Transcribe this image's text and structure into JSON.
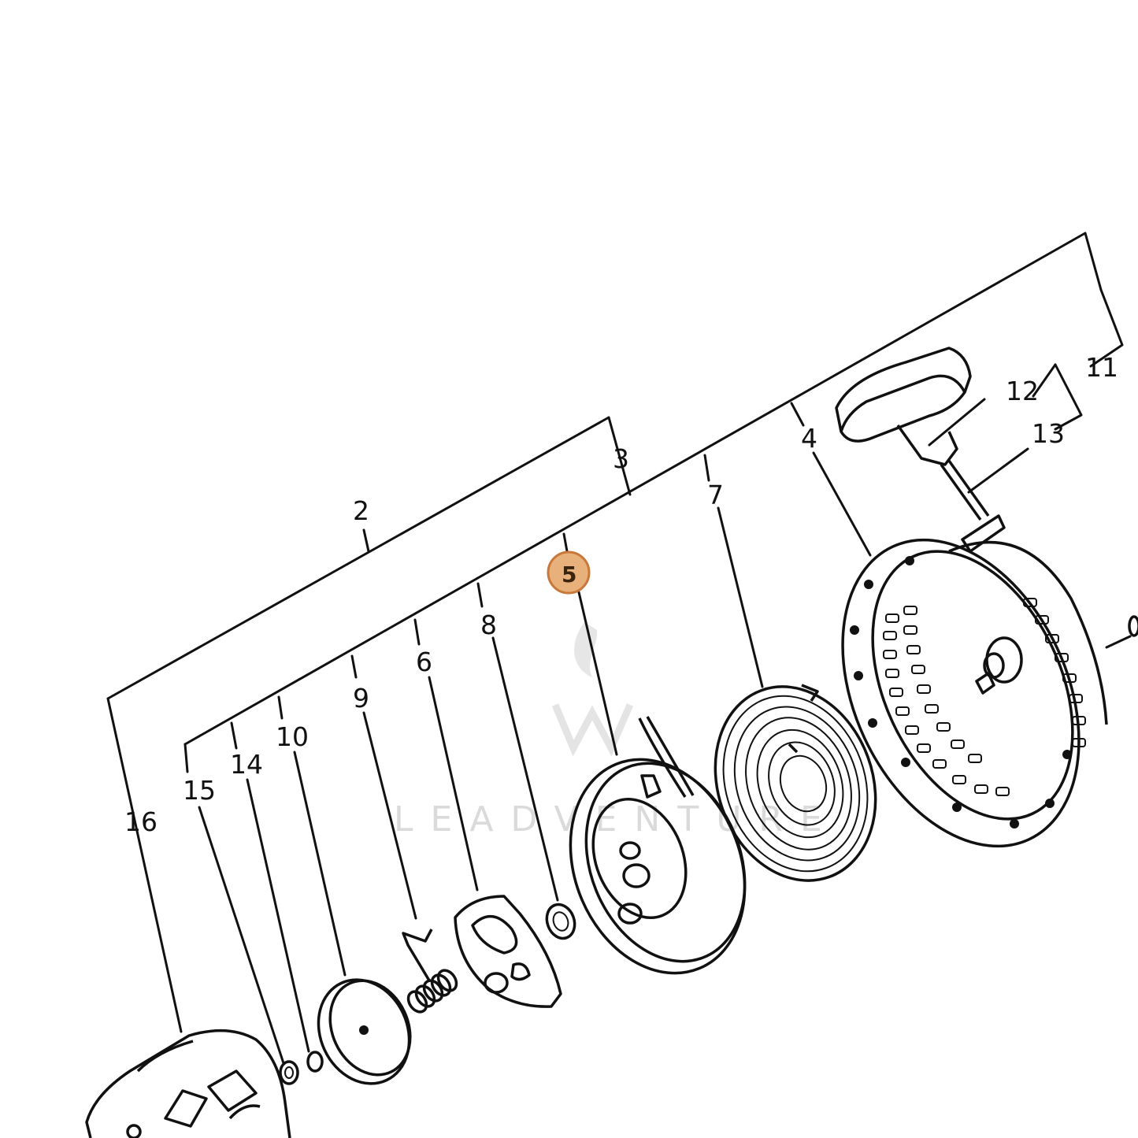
{
  "diagram": {
    "callouts": [
      {
        "id": "2",
        "text": "2"
      },
      {
        "id": "3",
        "text": "3"
      },
      {
        "id": "4",
        "text": "4"
      },
      {
        "id": "5",
        "text": "5",
        "highlight": true
      },
      {
        "id": "6",
        "text": "6"
      },
      {
        "id": "7",
        "text": "7"
      },
      {
        "id": "8",
        "text": "8"
      },
      {
        "id": "9",
        "text": "9"
      },
      {
        "id": "10",
        "text": "10"
      },
      {
        "id": "11",
        "text": "11"
      },
      {
        "id": "12",
        "text": "12"
      },
      {
        "id": "13",
        "text": "13"
      },
      {
        "id": "14",
        "text": "14"
      },
      {
        "id": "15",
        "text": "15"
      },
      {
        "id": "16",
        "text": "16"
      }
    ],
    "highlight_color": "#e8b07a",
    "highlight_stroke": "#c8783a",
    "watermark_text": "LEADVENTURE"
  }
}
